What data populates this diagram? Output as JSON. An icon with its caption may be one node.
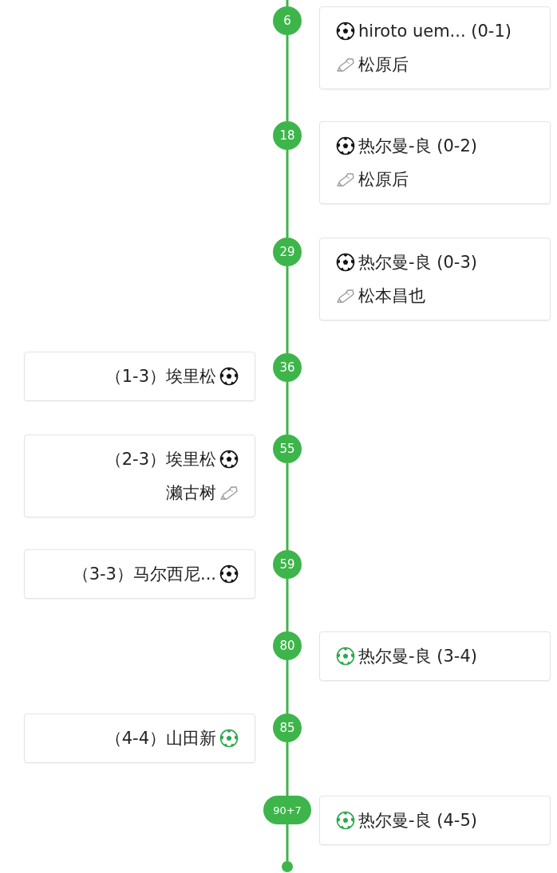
{
  "diagram": {
    "nodes": [
      {
        "text": [
          "6"
        ]
      },
      {
        "text": [
          "hiroto uem... (0-1)",
          "松原后"
        ]
      },
      {
        "text": [
          "18"
        ]
      },
      {
        "text": [
          "热尔曼-良 (0-2)",
          "松原后"
        ]
      },
      {
        "text": [
          "29"
        ]
      },
      {
        "text": [
          "热尔曼-良 (0-3)",
          "松本昌也"
        ]
      },
      {
        "text": [
          "36"
        ]
      },
      {
        "text": [
          "（1-3）埃里松"
        ]
      },
      {
        "text": [
          "55"
        ]
      },
      {
        "text": [
          "（2-3）埃里松",
          "濑古树"
        ]
      },
      {
        "text": [
          "59"
        ]
      },
      {
        "text": [
          "（3-3）马尔西尼..."
        ]
      },
      {
        "text": [
          "80"
        ]
      },
      {
        "text": [
          "热尔曼-良 (3-4)"
        ]
      },
      {
        "text": [
          "85"
        ]
      },
      {
        "text": [
          "（4-4）山田新"
        ]
      },
      {
        "text": [
          "90+7"
        ]
      },
      {
        "text": [
          "热尔曼-良 (4-5)"
        ]
      },
      {
        "text": [],
        "shape": "circle"
      }
    ],
    "edges": [
      {
        "from": null,
        "to": 0,
        "arrow": "none"
      },
      {
        "from": 0,
        "to": 2,
        "arrow": "none"
      },
      {
        "from": 2,
        "to": 4,
        "arrow": "none"
      },
      {
        "from": 4,
        "to": 6,
        "arrow": "none"
      },
      {
        "from": 6,
        "to": 8,
        "arrow": "none"
      },
      {
        "from": 8,
        "to": 10,
        "arrow": "none"
      },
      {
        "from": 10,
        "to": 12,
        "arrow": "none"
      },
      {
        "from": 12,
        "to": 14,
        "arrow": "none"
      },
      {
        "from": 14,
        "to": 16,
        "arrow": "none"
      },
      {
        "from": 16,
        "to": 18,
        "arrow": "none"
      }
    ]
  }
}
